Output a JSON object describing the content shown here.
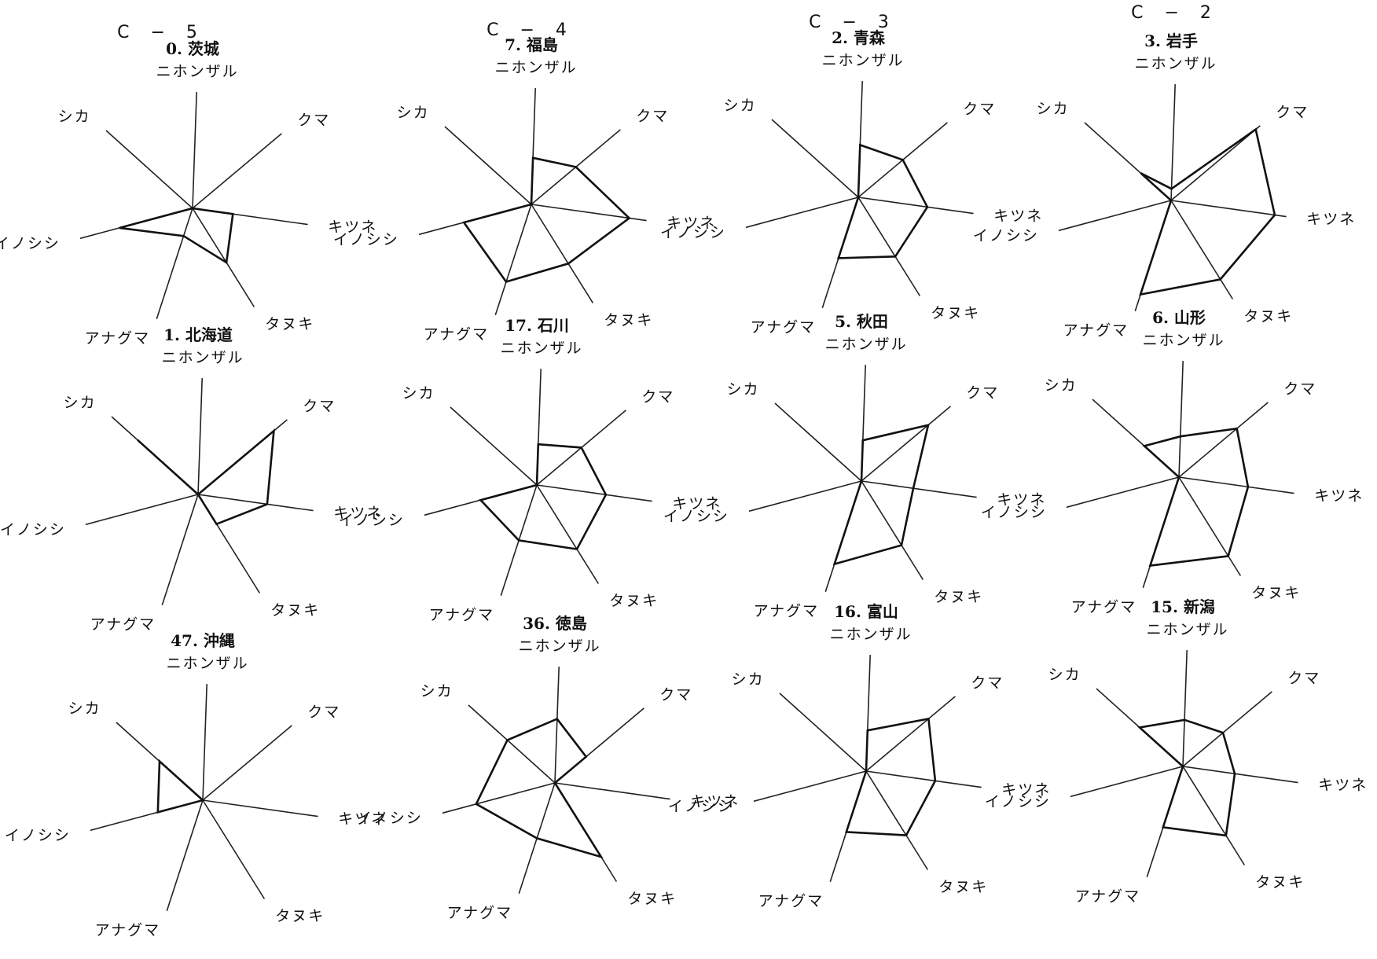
{
  "group_labels": [
    "C − 5",
    "C − 4",
    "C − 3",
    "C − 2"
  ],
  "chart_data": [
    {
      "type": "radar",
      "title": "0.  茨城",
      "axes": [
        "ニホンザル",
        "クマ",
        "キツネ",
        "タヌキ",
        "アナグマ",
        "イノシシ",
        "シカ"
      ],
      "values": [
        0,
        0,
        0.35,
        0.55,
        0.25,
        0.65,
        0
      ]
    },
    {
      "type": "radar",
      "title": "7.  福島",
      "axes": [
        "ニホンザル",
        "クマ",
        "キツネ",
        "タヌキ",
        "アナグマ",
        "イノシシ",
        "シカ"
      ],
      "values": [
        0.4,
        0.5,
        0.85,
        0.6,
        0.7,
        0.6,
        0
      ]
    },
    {
      "type": "radar",
      "title": "2.  青森",
      "axes": [
        "ニホンザル",
        "クマ",
        "キツネ",
        "タヌキ",
        "アナグマ",
        "イノシシ",
        "シカ"
      ],
      "values": [
        0.45,
        0.5,
        0.6,
        0.6,
        0.55,
        0,
        0
      ]
    },
    {
      "type": "radar",
      "title": "3.  岩手",
      "axes": [
        "ニホンザル",
        "クマ",
        "キツネ",
        "タヌキ",
        "アナグマ",
        "イノシシ",
        "シカ"
      ],
      "values": [
        0.1,
        0.95,
        0.9,
        0.8,
        0.85,
        0,
        0.35
      ]
    },
    {
      "type": "radar",
      "title": "1.  北海道",
      "axes": [
        "ニホンザル",
        "クマ",
        "キツネ",
        "タヌキ",
        "アナグマ",
        "イノシシ",
        "シカ"
      ],
      "values": [
        0,
        0.85,
        0.6,
        0.3,
        0,
        0,
        0.7
      ]
    },
    {
      "type": "radar",
      "title": "17.  石川",
      "axes": [
        "ニホンザル",
        "クマ",
        "キツネ",
        "タヌキ",
        "アナグマ",
        "イノシシ",
        "シカ"
      ],
      "values": [
        0.35,
        0.5,
        0.6,
        0.65,
        0.5,
        0.5,
        0
      ]
    },
    {
      "type": "radar",
      "title": "5.  秋田",
      "axes": [
        "ニホンザル",
        "クマ",
        "キツネ",
        "タヌキ",
        "アナグマ",
        "イノシシ",
        "シカ"
      ],
      "values": [
        0.35,
        0.75,
        0.45,
        0.65,
        0.75,
        0,
        0
      ]
    },
    {
      "type": "radar",
      "title": "6.  山形",
      "axes": [
        "ニホンザル",
        "クマ",
        "キツネ",
        "タヌキ",
        "アナグマ",
        "イノシシ",
        "シカ"
      ],
      "values": [
        0.35,
        0.65,
        0.6,
        0.8,
        0.8,
        0,
        0.4
      ]
    },
    {
      "type": "radar",
      "title": "47.  沖縄",
      "axes": [
        "ニホンザル",
        "クマ",
        "キツネ",
        "タヌキ",
        "アナグマ",
        "イノシシ",
        "シカ"
      ],
      "values": [
        0,
        0,
        0,
        0,
        0,
        0.4,
        0.5
      ]
    },
    {
      "type": "radar",
      "title": "36.  徳島",
      "axes": [
        "ニホンザル",
        "クマ",
        "キツネ",
        "タヌキ",
        "アナグマ",
        "イノシシ",
        "シカ"
      ],
      "values": [
        0.55,
        0.35,
        0,
        0.75,
        0.5,
        0.7,
        0.55
      ]
    },
    {
      "type": "radar",
      "title": "16.  富山",
      "axes": [
        "ニホンザル",
        "クマ",
        "キツネ",
        "タヌキ",
        "アナグマ",
        "イノシシ",
        "シカ"
      ],
      "values": [
        0.35,
        0.7,
        0.6,
        0.65,
        0.55,
        0,
        0
      ]
    },
    {
      "type": "radar",
      "title": "15.  新潟",
      "axes": [
        "ニホンザル",
        "クマ",
        "キツネ",
        "タヌキ",
        "アナグマ",
        "イノシシ",
        "シカ"
      ],
      "values": [
        0.4,
        0.45,
        0.45,
        0.7,
        0.55,
        0,
        0.5
      ]
    }
  ]
}
